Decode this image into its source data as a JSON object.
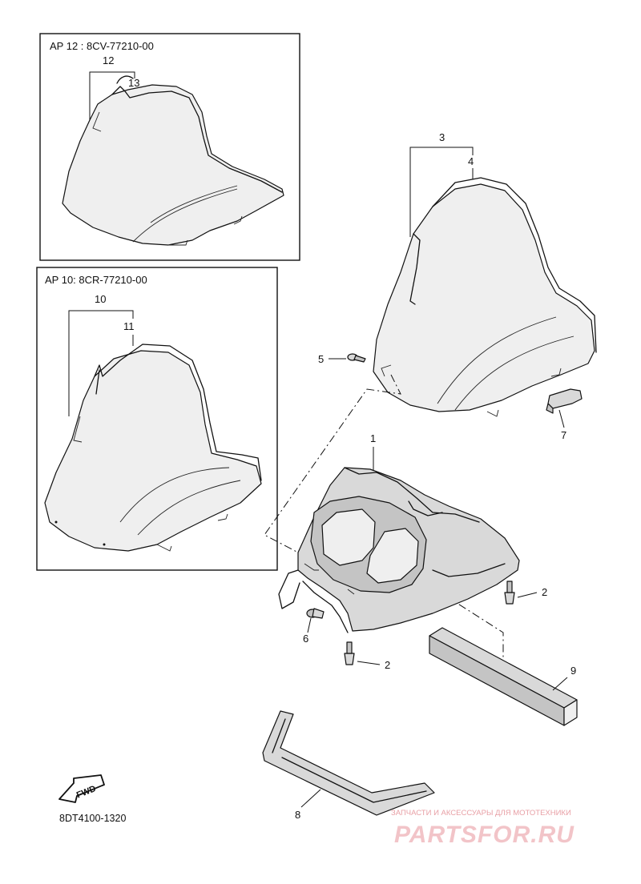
{
  "inset_top": {
    "header": "AP 12 : 8CV-77210-00",
    "callout_a": "12",
    "callout_b": "13"
  },
  "inset_bottom": {
    "header": "AP  10: 8CR-77210-00",
    "callout_a": "10",
    "callout_b": "11"
  },
  "callouts": {
    "c1": "1",
    "c2a": "2",
    "c2b": "2",
    "c3": "3",
    "c4": "4",
    "c5": "5",
    "c6": "6",
    "c7": "7",
    "c8": "8",
    "c9": "9"
  },
  "fwd_label": "FWD",
  "diagram_code": "8DT4100-1320",
  "watermark": {
    "tagline": "ЗАПЧАСТИ И АКСЕССУАРЫ ДЛЯ МОТОТЕХНИКИ",
    "brand": "PARTSFOR.RU"
  }
}
